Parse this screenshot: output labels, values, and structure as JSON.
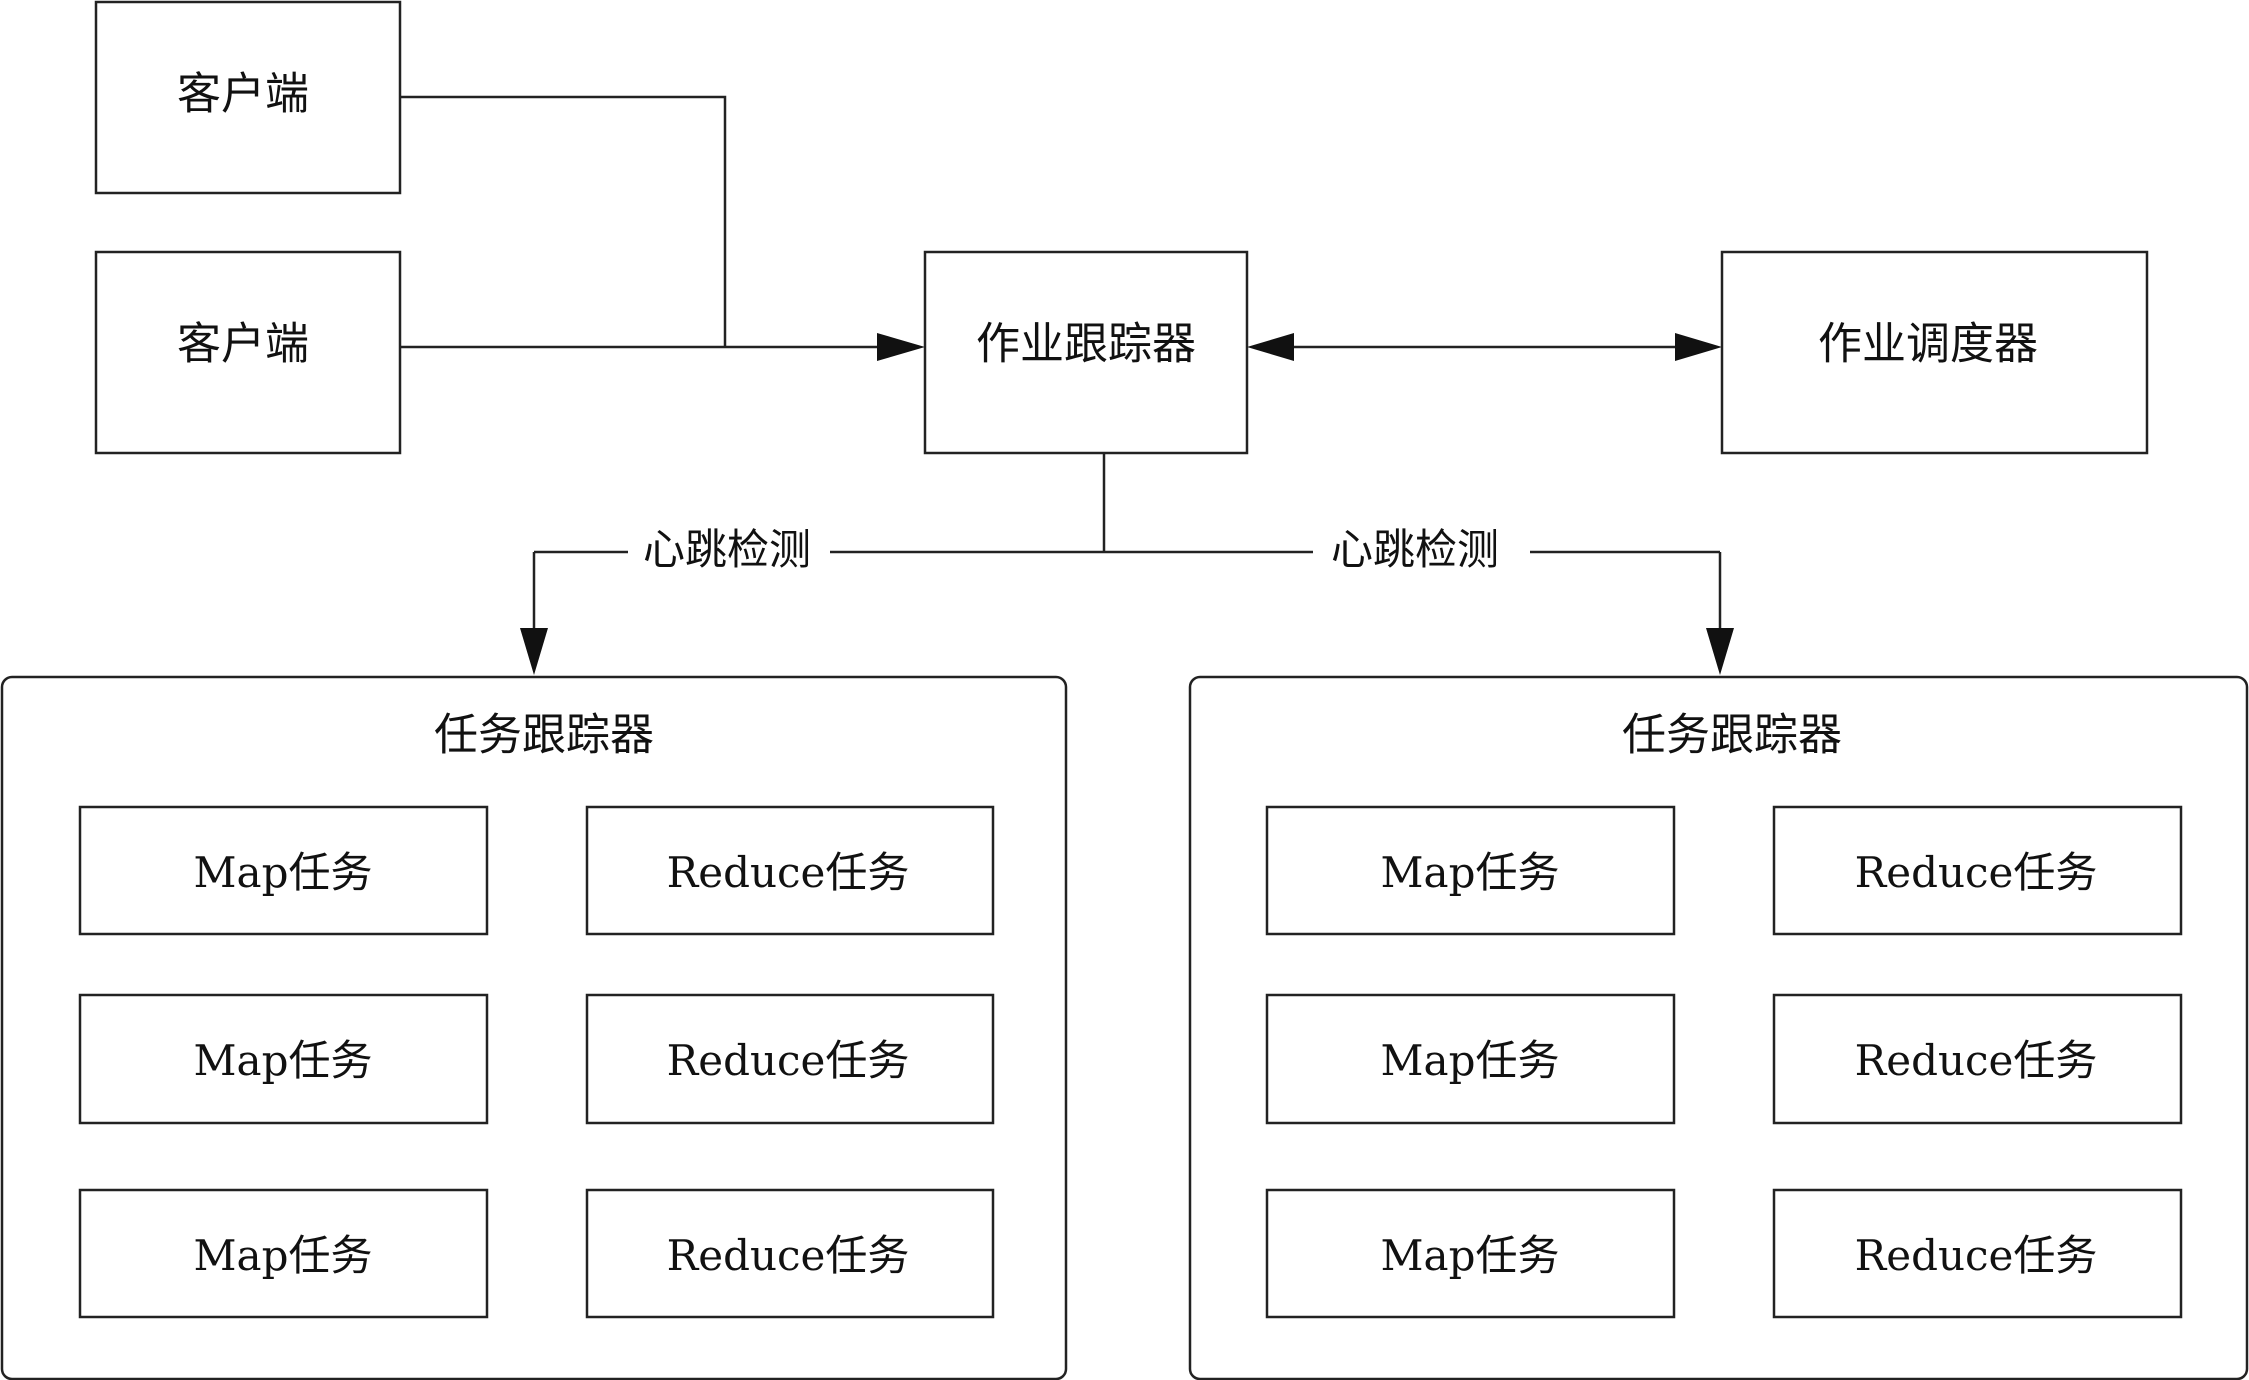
{
  "nodes": {
    "client_1": "客户端",
    "client_2": "客户端",
    "job_tracker": "作业跟踪器",
    "job_scheduler": "作业调度器"
  },
  "edges": {
    "heartbeat_left": "心跳检测",
    "heartbeat_right": "心跳检测"
  },
  "task_trackers": [
    {
      "title": "任务跟踪器",
      "map_tasks": [
        "Map任务",
        "Map任务",
        "Map任务"
      ],
      "reduce_tasks": [
        "Reduce任务",
        "Reduce任务",
        "Reduce任务"
      ]
    },
    {
      "title": "任务跟踪器",
      "map_tasks": [
        "Map任务",
        "Map任务",
        "Map任务"
      ],
      "reduce_tasks": [
        "Reduce任务",
        "Reduce任务",
        "Reduce任务"
      ]
    }
  ]
}
